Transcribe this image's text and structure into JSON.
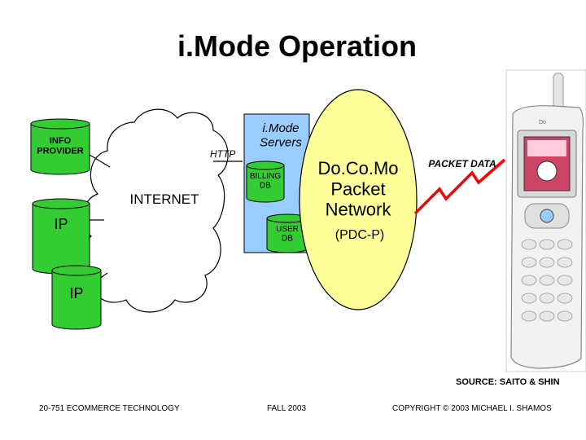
{
  "title": "i.Mode Operation",
  "nodes": {
    "info_provider": "INFO\nPROVIDER",
    "internet": "INTERNET",
    "ip_left": "IP",
    "ip_bottom": "IP",
    "http": "HTTP",
    "imode_servers": "i.Mode\nServers",
    "billing_db": "BILLING\nDB",
    "user_db": "USER\nDB",
    "docomo_network": "Do.Co.Mo\nPacket\nNetwork",
    "pdc_p": "(PDC-P)",
    "packet_data": "PACKET DATA"
  },
  "phone_screen": "Do",
  "colors": {
    "db_green": "#33cc33",
    "server_blue": "#99ccff",
    "network_yellow": "#ffff99"
  },
  "footer": {
    "source": "SOURCE: SAITO & SHIN",
    "course": "20-751 ECOMMERCE TECHNOLOGY",
    "term": "FALL 2003",
    "copyright": "COPYRIGHT © 2003 MICHAEL I. SHAMOS"
  }
}
